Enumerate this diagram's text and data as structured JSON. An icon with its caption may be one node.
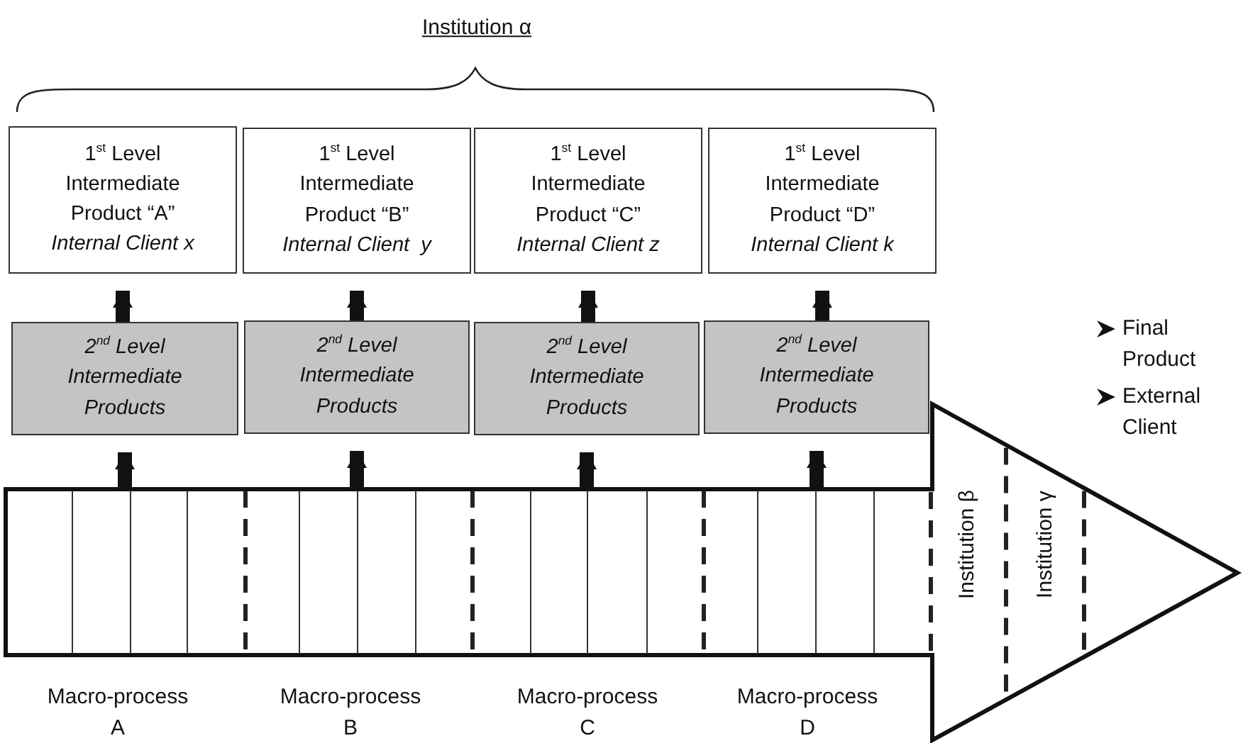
{
  "diagram": {
    "nodes": [
      {
        "text": [
          "1$^{st}$ Level Intermediate Product “A”",
          "Internal Client x"
        ]
      },
      {
        "text": [
          "1$^{st}$ Level Intermediate Product “B”",
          "Internal Client  y"
        ]
      },
      {
        "text": [
          "1$^{st}$ Level Intermediate Product “C”",
          "Internal Client z"
        ]
      },
      {
        "text": [
          "1$^{st}$ Level Intermediate Product “D”",
          "Internal Client k"
        ]
      },
      {
        "text": [
          "2$^{nd}$ Level Intermediate Products"
        ]
      },
      {
        "text": [
          "2$^{nd}$ Level Intermediate Products"
        ]
      },
      {
        "text": [
          "2$^{nd}$ Level Intermediate Products"
        ]
      },
      {
        "text": [
          "2$^{nd}$ Level Intermediate Products"
        ]
      },
      {
        "text": [],
        "shape": "arrow"
      }
    ],
    "edges": [
      {
        "from": 4,
        "to": 0,
        "arrow": "to"
      },
      {
        "from": 5,
        "to": 1,
        "arrow": "to"
      },
      {
        "from": 6,
        "to": 2,
        "arrow": "to"
      },
      {
        "from": 7,
        "to": 3,
        "arrow": "to"
      },
      {
        "from": 8,
        "to": 4,
        "arrow": "to"
      },
      {
        "from": 8,
        "to": 5,
        "arrow": "to"
      },
      {
        "from": 8,
        "to": 6,
        "arrow": "to"
      },
      {
        "from": 8,
        "to": 7,
        "arrow": "to"
      }
    ],
    "labels": [
      "Institution α",
      "Final Product",
      "External Client",
      "Institution β",
      "Institution γ",
      "Macro-process A",
      "Macro-process B",
      "Macro-process C",
      "Macro-process D"
    ]
  }
}
